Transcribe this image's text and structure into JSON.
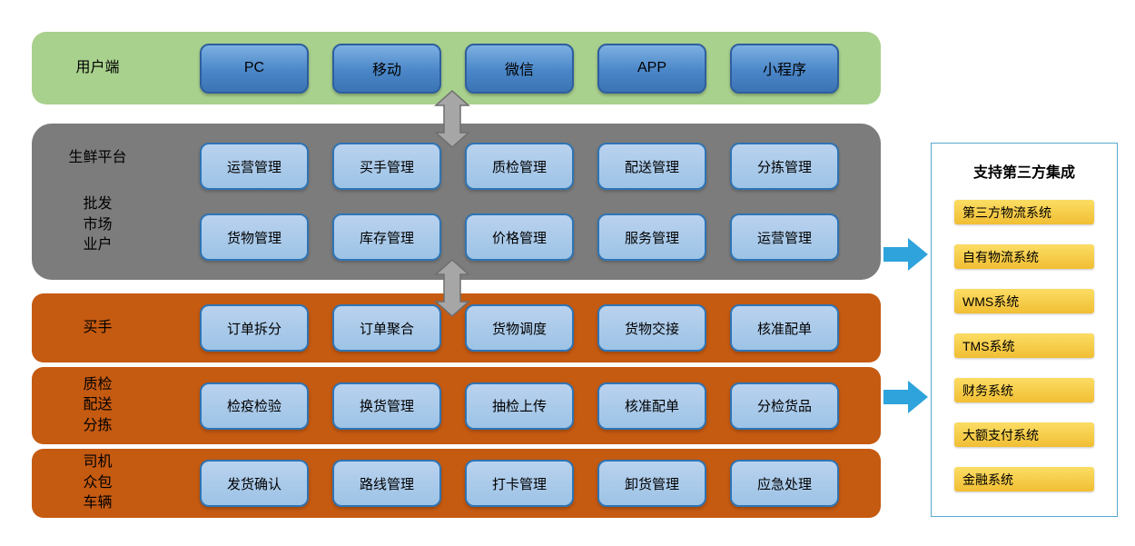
{
  "bands": {
    "users": {
      "label": "用户端",
      "items": [
        "PC",
        "移动",
        "微信",
        "APP",
        "小程序"
      ]
    },
    "platform": {
      "label_top": "生鲜平台",
      "label_bottom": "批发\n市场\n业户",
      "row1": [
        "运营管理",
        "买手管理",
        "质检管理",
        "配送管理",
        "分拣管理"
      ],
      "row2": [
        "货物管理",
        "库存管理",
        "价格管理",
        "服务管理",
        "运营管理"
      ]
    },
    "buyer": {
      "label": "买手",
      "items": [
        "订单拆分",
        "订单聚合",
        "货物调度",
        "货物交接",
        "核准配单"
      ]
    },
    "inspection": {
      "label": "质检\n配送\n分拣",
      "items": [
        "检疫检验",
        "换货管理",
        "抽检上传",
        "核准配单",
        "分检货品"
      ]
    },
    "driver": {
      "label": "司机\n众包\n车辆",
      "items": [
        "发货确认",
        "路线管理",
        "打卡管理",
        "卸货管理",
        "应急处理"
      ]
    }
  },
  "integration": {
    "title": "支持第三方集成",
    "items": [
      "第三方物流系统",
      "自有物流系统",
      "WMS系统",
      "TMS系统",
      "财务系统",
      "大额支付系统",
      "金融系统"
    ]
  },
  "colors": {
    "green_band": "#A9D18E",
    "gray_band": "#7C7C7C",
    "orange_band": "#C55A11",
    "blue_button": "#4A86C8",
    "light_blue_button": "#9DC3E6",
    "yellow_item": "#F1BE33",
    "flow_arrow_gray": "#A6A6A6",
    "arrow_blue": "#2EA3DC",
    "panel_border": "#56A7CE"
  }
}
